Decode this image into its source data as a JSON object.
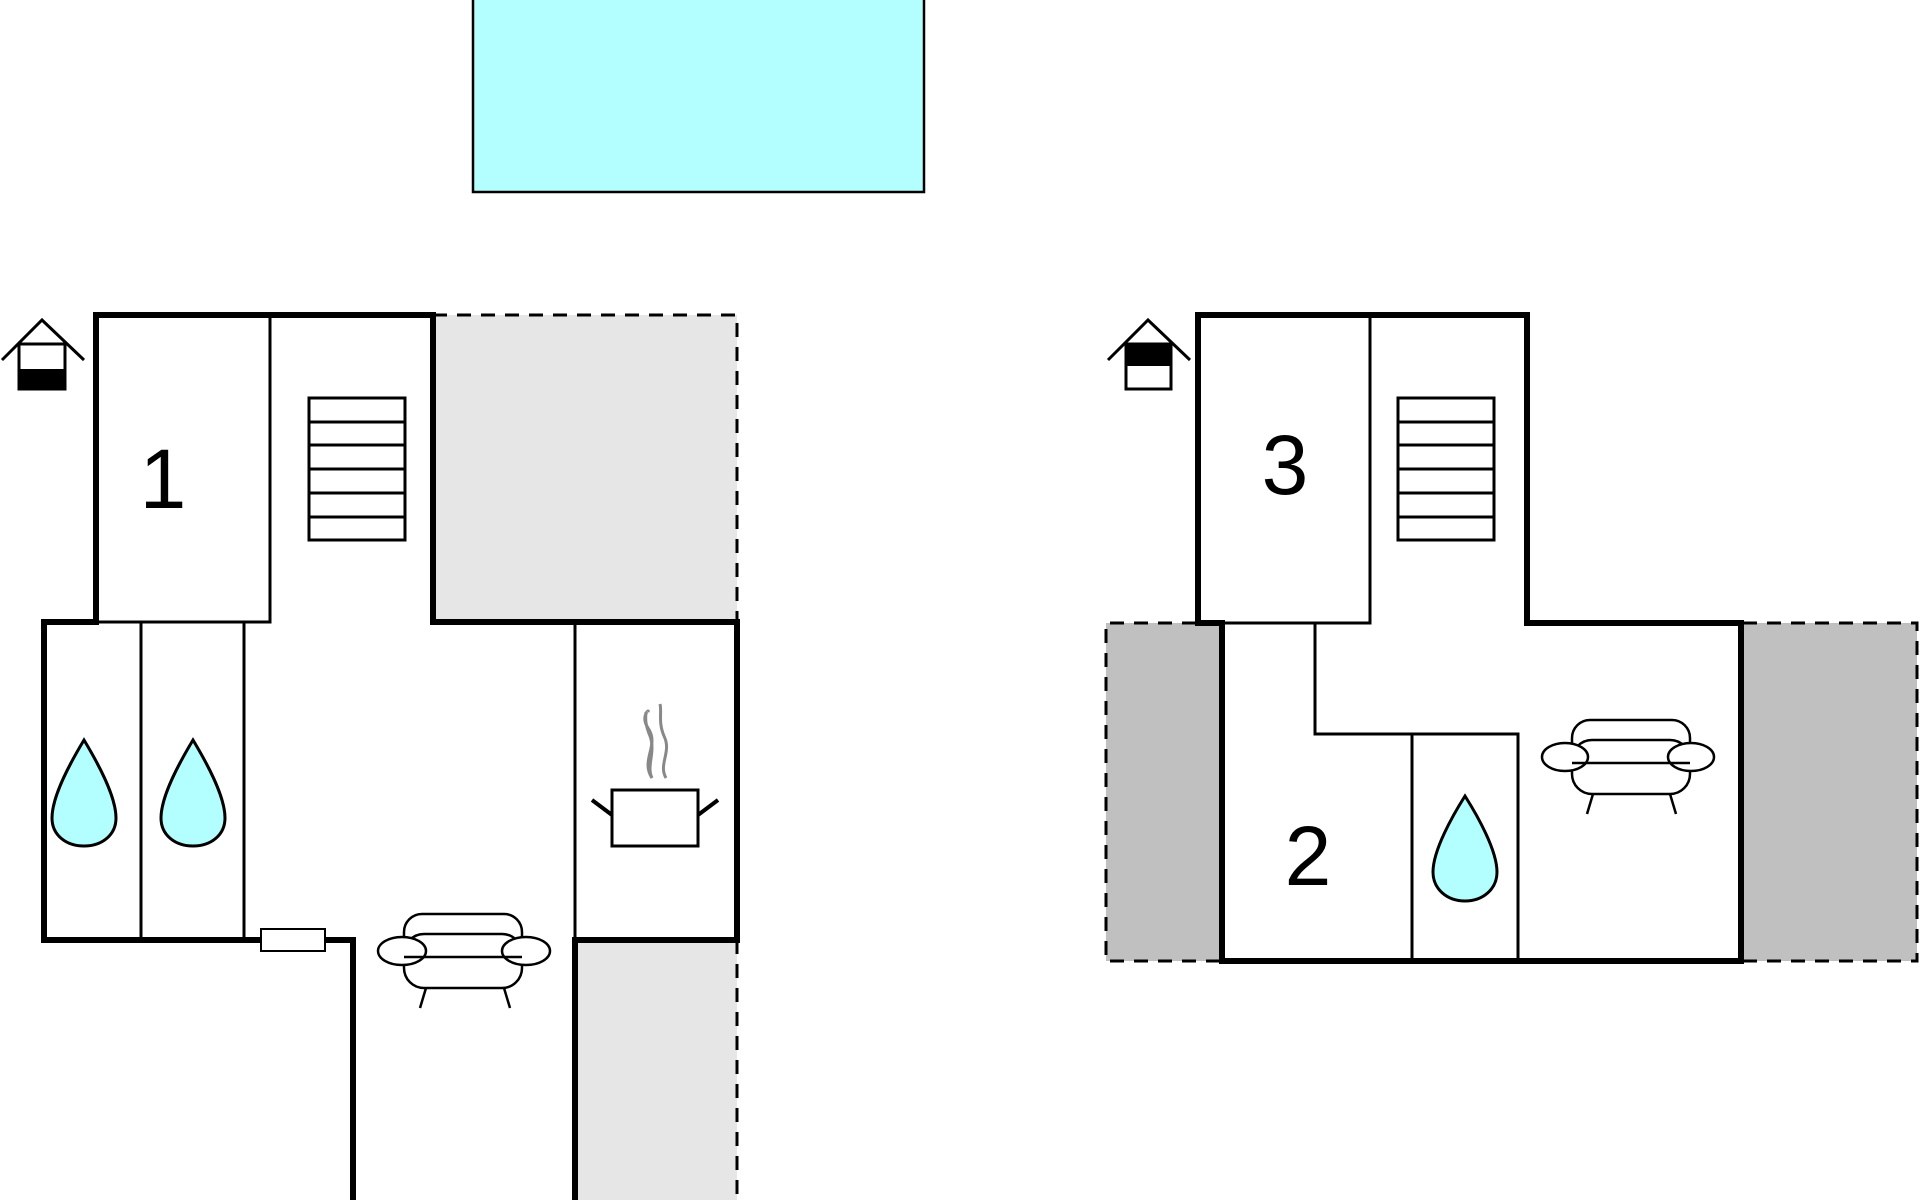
{
  "rooms": {
    "room1": "1",
    "room2": "2",
    "room3": "3"
  },
  "colors": {
    "pool": "#b3ffff",
    "terrace": "#e6e6e6",
    "patio": "#c0c0c0",
    "water": "#b3ffff",
    "steam": "#888888",
    "walls": "#000000"
  },
  "icons": [
    "ground-floor-house-icon",
    "upper-floor-house-icon",
    "stairs-icon",
    "shower-drop-icon",
    "cooking-pot-icon",
    "sofa-icon",
    "radiator-icon"
  ]
}
